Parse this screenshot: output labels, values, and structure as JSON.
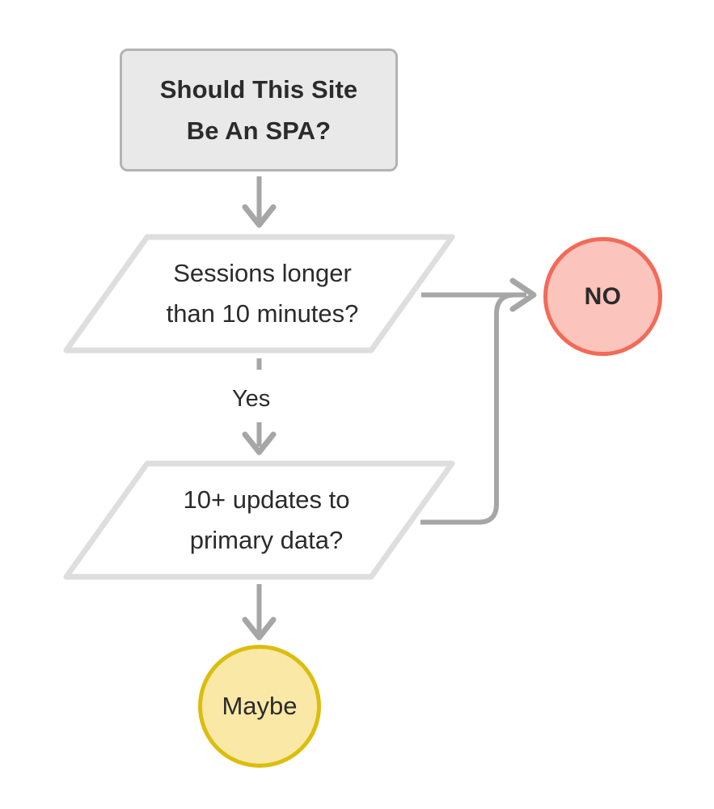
{
  "diagram": {
    "title": "Should This Site Be An SPA?",
    "nodes": {
      "start": {
        "id": "start",
        "shape": "rounded-rectangle",
        "text": "Should This Site\nBe An SPA?",
        "fill": "#e9e9e9",
        "stroke": "#b3b3b3"
      },
      "decision1": {
        "id": "decision1",
        "shape": "parallelogram",
        "text": "Sessions longer\nthan 10 minutes?",
        "fill": "#ffffff",
        "stroke": "#dedede"
      },
      "decision2": {
        "id": "decision2",
        "shape": "parallelogram",
        "text": "10+ updates to\nprimary data?",
        "fill": "#ffffff",
        "stroke": "#dedede"
      },
      "terminal_no": {
        "id": "terminal_no",
        "shape": "circle",
        "text": "NO",
        "fill": "#fbc4bc",
        "stroke": "#f26a58"
      },
      "terminal_maybe": {
        "id": "terminal_maybe",
        "shape": "circle",
        "text": "Maybe",
        "fill": "#fae9a6",
        "stroke": "#dcbd0d"
      }
    },
    "edges": [
      {
        "id": "e1",
        "from": "start",
        "to": "decision1",
        "label": ""
      },
      {
        "id": "e2",
        "from": "decision1",
        "to": "terminal_no",
        "label": ""
      },
      {
        "id": "e3",
        "from": "decision1",
        "to": "decision2",
        "label": "Yes"
      },
      {
        "id": "e4",
        "from": "decision2",
        "to": "terminal_no",
        "label": ""
      },
      {
        "id": "e5",
        "from": "decision2",
        "to": "terminal_maybe",
        "label": ""
      }
    ],
    "edge_labels": {
      "yes": "Yes"
    },
    "connector_color": "#a6a6a6"
  }
}
